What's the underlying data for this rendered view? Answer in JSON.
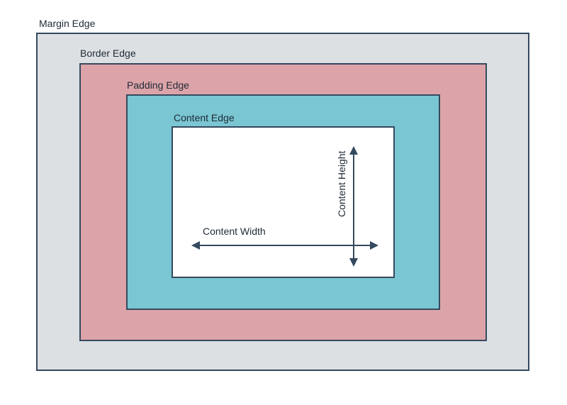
{
  "labels": {
    "margin_edge": "Margin Edge",
    "border_edge": "Border Edge",
    "padding_edge": "Padding Edge",
    "content_edge": "Content Edge",
    "content_width": "Content Width",
    "content_height": "Content Height"
  },
  "colors": {
    "margin_fill": "#dde0e3",
    "border_fill": "#dca4a9",
    "padding_fill": "#7ac6d3",
    "content_fill": "#ffffff",
    "stroke": "#35495e",
    "arrow": "#35495e"
  }
}
